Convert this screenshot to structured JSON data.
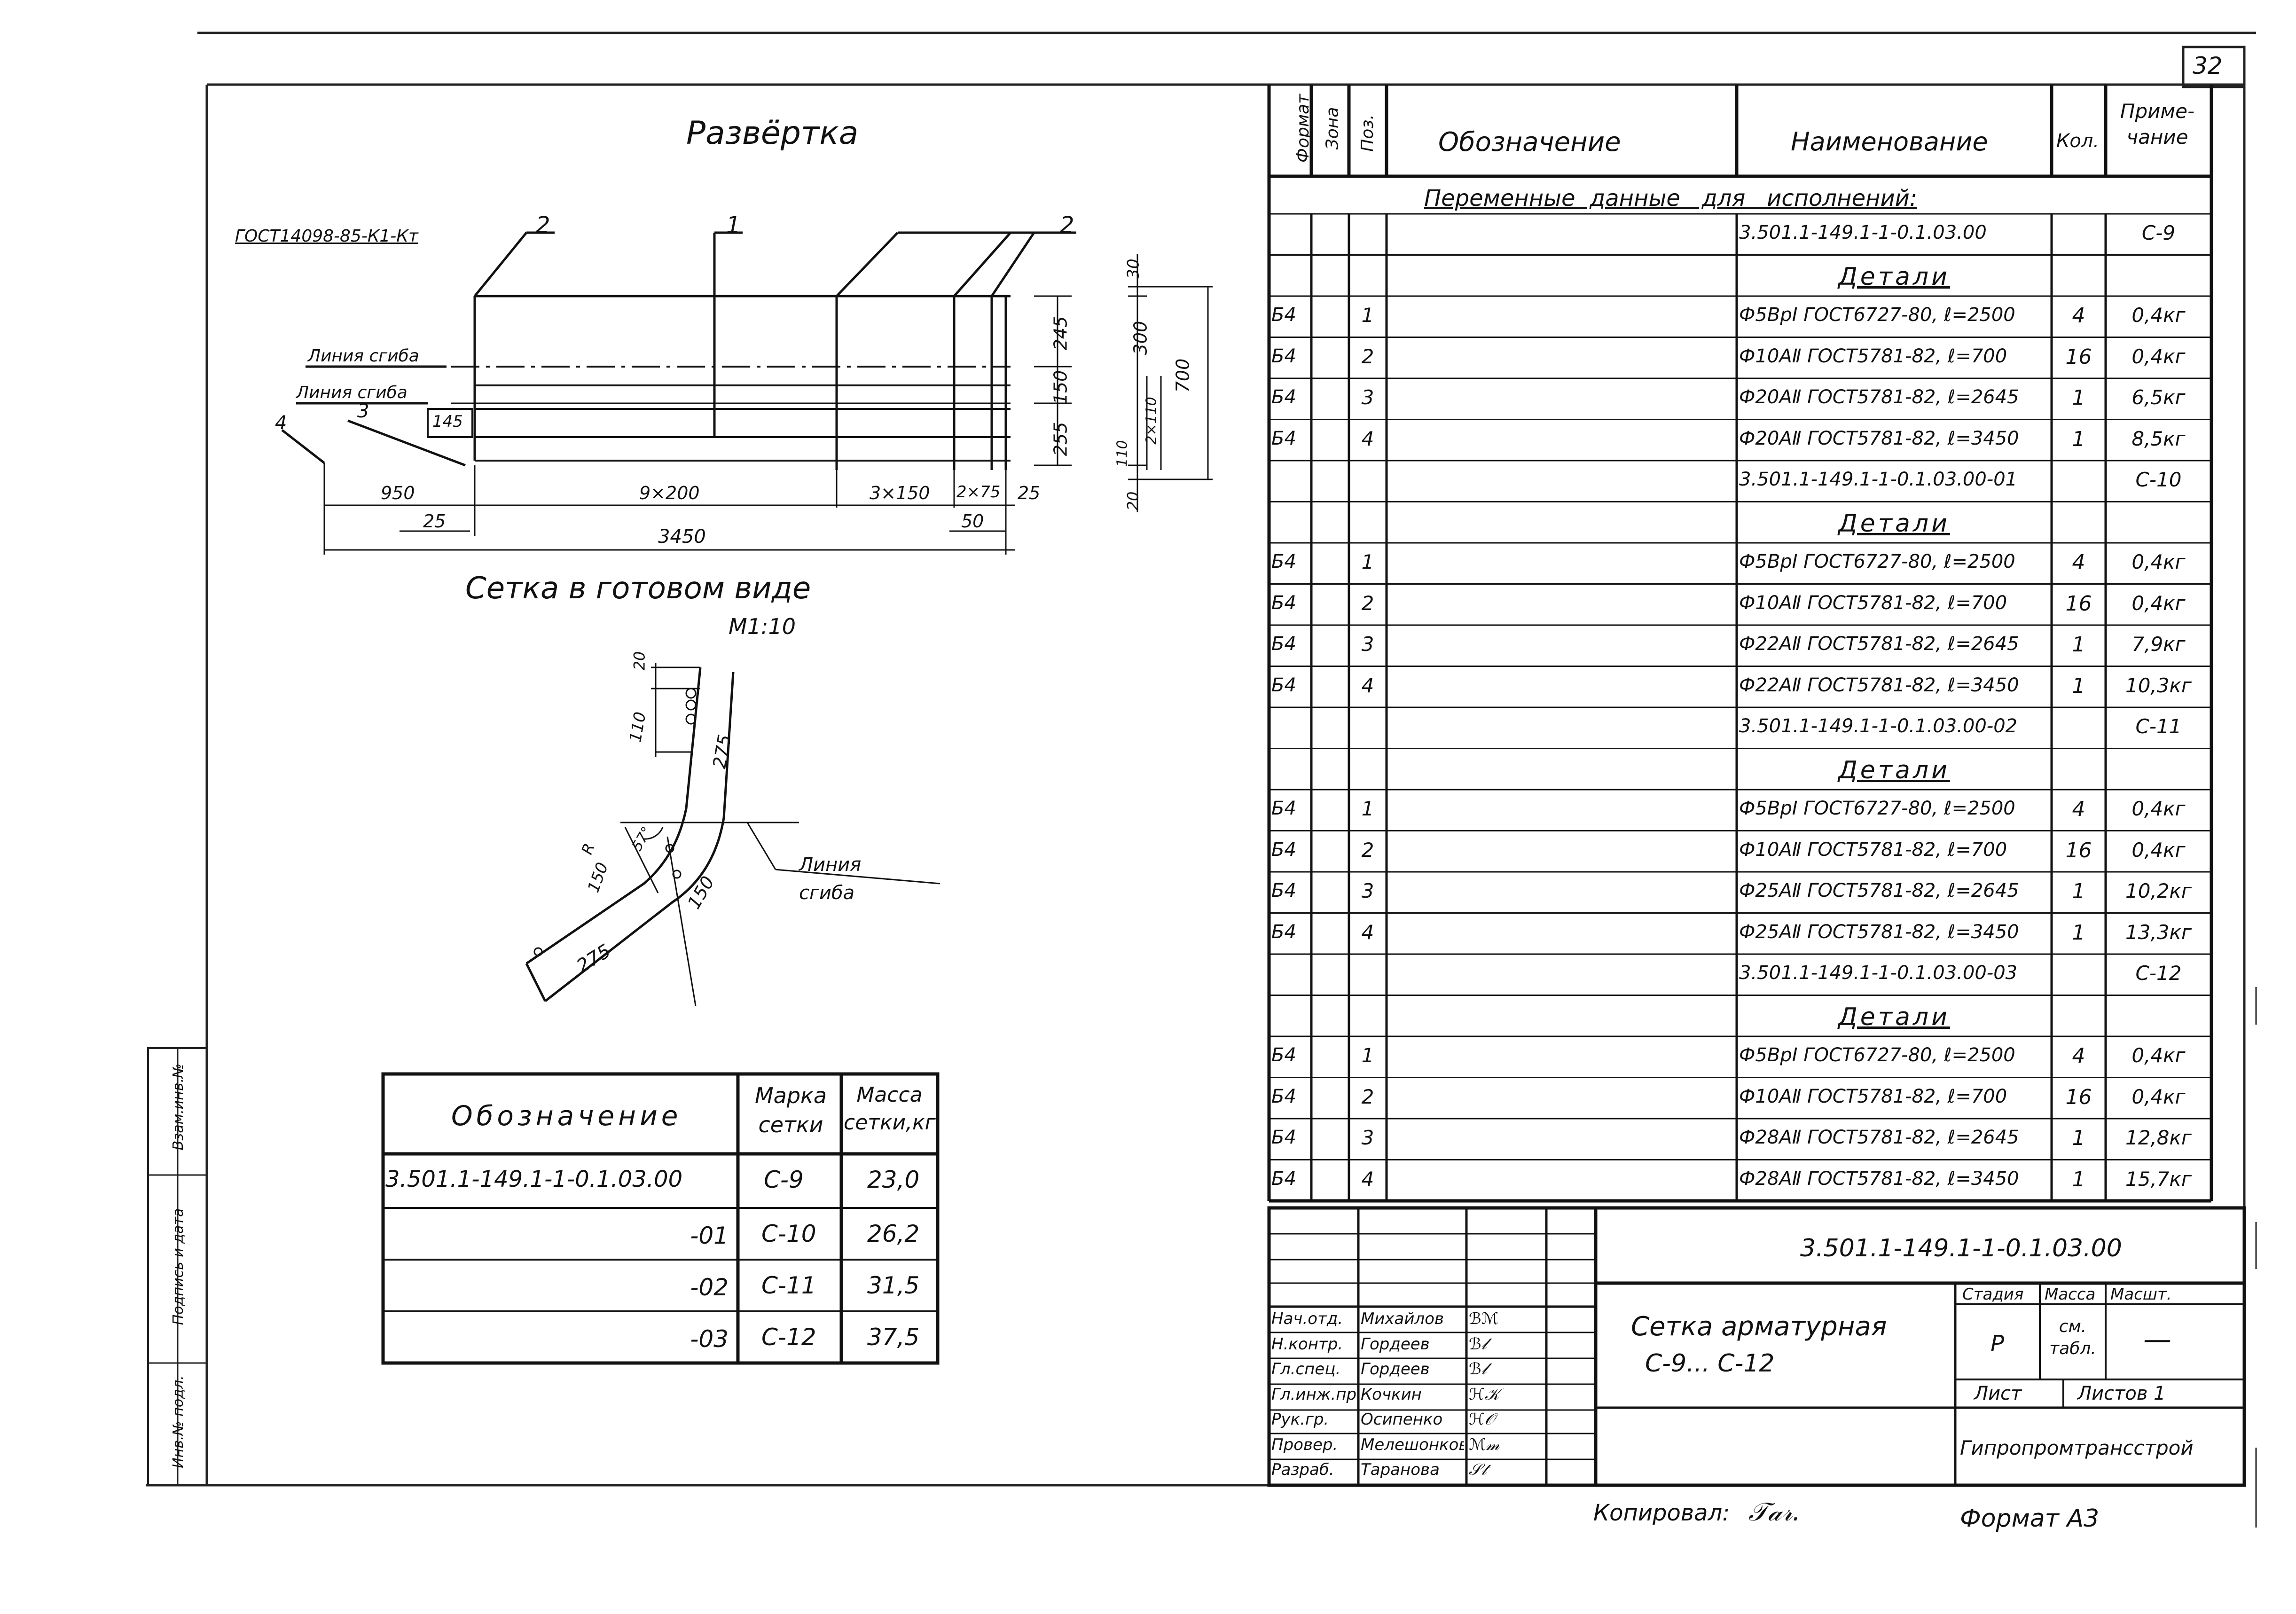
{
  "sheet_number": "32",
  "left_drawing": {
    "title_unfold": "Развёртка",
    "gost_label": "ГОСТ14098-85-К1-Кт",
    "callouts": [
      "2",
      "1",
      "2",
      "3",
      "4"
    ],
    "bend_line_1": "Линия сгиба",
    "bend_line_2": "Линия сгиба",
    "dims_bottom": [
      "950",
      "9×200",
      "3×150",
      "2×75",
      "25",
      "25",
      "3450",
      "50"
    ],
    "dim_145": "145",
    "dims_right": [
      "245",
      "150",
      "255",
      "30",
      "300",
      "110",
      "20",
      "700"
    ],
    "dim_2x110": "2×110",
    "title_finished": "Сетка  в  готовом  виде",
    "scale": "М1:10",
    "section_dims": [
      "20",
      "110",
      "275",
      "57°",
      "R",
      "150",
      "150",
      "275"
    ],
    "bend_line_3a": "Линия",
    "bend_line_3b": "сгиба"
  },
  "mesh_table": {
    "headers": [
      "Обозначение",
      "Марка сетки",
      "Масса сетки,кг"
    ],
    "rows": [
      {
        "designation": "3.501.1-149.1-1-0.1.03.00",
        "mark": "С-9",
        "mass": "23,0"
      },
      {
        "designation": "-01",
        "mark": "С-10",
        "mass": "26,2"
      },
      {
        "designation": "-02",
        "mark": "С-11",
        "mass": "31,5"
      },
      {
        "designation": "-03",
        "mark": "С-12",
        "mass": "37,5"
      }
    ]
  },
  "side_stamp": [
    "Инв.№ подл.",
    "Подпись и дата",
    "Взам.инв.№"
  ],
  "spec": {
    "headers": {
      "format": "Формат",
      "zone": "Зона",
      "pos": "Поз.",
      "designation": "Обозначение",
      "name": "Наименование",
      "qty": "Кол.",
      "note": "Приме- чание"
    },
    "subtitle": "Переменные  данные   для   исполнений:",
    "rows": [
      {
        "fmt": "",
        "pos": "",
        "name": "3.501.1-149.1-1-0.1.03.00",
        "qty": "",
        "note": "С-9"
      },
      {
        "fmt": "",
        "pos": "",
        "name": "Детали",
        "qty": "",
        "note": "",
        "heading": true
      },
      {
        "fmt": "Б4",
        "pos": "1",
        "name": "Ф5ВрI ГОСТ6727-80, ℓ=2500",
        "qty": "4",
        "note": "0,4кг"
      },
      {
        "fmt": "Б4",
        "pos": "2",
        "name": "Ф10АⅡ ГОСТ5781-82, ℓ=700",
        "qty": "16",
        "note": "0,4кг"
      },
      {
        "fmt": "Б4",
        "pos": "3",
        "name": "Ф20АⅡ ГОСТ5781-82, ℓ=2645",
        "qty": "1",
        "note": "6,5кг"
      },
      {
        "fmt": "Б4",
        "pos": "4",
        "name": "Ф20АⅡ ГОСТ5781-82, ℓ=3450",
        "qty": "1",
        "note": "8,5кг"
      },
      {
        "fmt": "",
        "pos": "",
        "name": "3.501.1-149.1-1-0.1.03.00-01",
        "qty": "",
        "note": "С-10"
      },
      {
        "fmt": "",
        "pos": "",
        "name": "Детали",
        "qty": "",
        "note": "",
        "heading": true
      },
      {
        "fmt": "Б4",
        "pos": "1",
        "name": "Ф5ВрI ГОСТ6727-80, ℓ=2500",
        "qty": "4",
        "note": "0,4кг"
      },
      {
        "fmt": "Б4",
        "pos": "2",
        "name": "Ф10АⅡ ГОСТ5781-82, ℓ=700",
        "qty": "16",
        "note": "0,4кг"
      },
      {
        "fmt": "Б4",
        "pos": "3",
        "name": "Ф22АⅡ ГОСТ5781-82, ℓ=2645",
        "qty": "1",
        "note": "7,9кг"
      },
      {
        "fmt": "Б4",
        "pos": "4",
        "name": "Ф22АⅡ ГОСТ5781-82, ℓ=3450",
        "qty": "1",
        "note": "10,3кг"
      },
      {
        "fmt": "",
        "pos": "",
        "name": "3.501.1-149.1-1-0.1.03.00-02",
        "qty": "",
        "note": "С-11"
      },
      {
        "fmt": "",
        "pos": "",
        "name": "Детали",
        "qty": "",
        "note": "",
        "heading": true
      },
      {
        "fmt": "Б4",
        "pos": "1",
        "name": "Ф5ВрI ГОСТ6727-80, ℓ=2500",
        "qty": "4",
        "note": "0,4кг"
      },
      {
        "fmt": "Б4",
        "pos": "2",
        "name": "Ф10АⅡ ГОСТ5781-82, ℓ=700",
        "qty": "16",
        "note": "0,4кг"
      },
      {
        "fmt": "Б4",
        "pos": "3",
        "name": "Ф25АⅡ ГОСТ5781-82, ℓ=2645",
        "qty": "1",
        "note": "10,2кг"
      },
      {
        "fmt": "Б4",
        "pos": "4",
        "name": "Ф25АⅡ ГОСТ5781-82, ℓ=3450",
        "qty": "1",
        "note": "13,3кг"
      },
      {
        "fmt": "",
        "pos": "",
        "name": "3.501.1-149.1-1-0.1.03.00-03",
        "qty": "",
        "note": "С-12"
      },
      {
        "fmt": "",
        "pos": "",
        "name": "Детали",
        "qty": "",
        "note": "",
        "heading": true
      },
      {
        "fmt": "Б4",
        "pos": "1",
        "name": "Ф5ВрI ГОСТ6727-80, ℓ=2500",
        "qty": "4",
        "note": "0,4кг"
      },
      {
        "fmt": "Б4",
        "pos": "2",
        "name": "Ф10АⅡ ГОСТ5781-82, ℓ=700",
        "qty": "16",
        "note": "0,4кг"
      },
      {
        "fmt": "Б4",
        "pos": "3",
        "name": "Ф28АⅡ ГОСТ5781-82, ℓ=2645",
        "qty": "1",
        "note": "12,8кг"
      },
      {
        "fmt": "Б4",
        "pos": "4",
        "name": "Ф28АⅡ ГОСТ5781-82, ℓ=3450",
        "qty": "1",
        "note": "15,7кг"
      }
    ]
  },
  "title_block": {
    "doc_code": "3.501.1-149.1-1-0.1.03.00",
    "title_line1": "Сетка арматурная",
    "title_line2": "С-9... С-12",
    "stage_label": "Стадия",
    "mass_label": "Масса",
    "scale_label": "Масшт.",
    "stage": "Р",
    "mass": "см. табл.",
    "scale": "—",
    "sheet_label": "Лист",
    "sheets_label": "Листов 1",
    "organization": "Гипропромтрансстрой",
    "staff": [
      {
        "role": "Нач.отд.",
        "name": "Михайлов",
        "sign": "ℬℳ"
      },
      {
        "role": "Н.контр.",
        "name": "Гордеев",
        "sign": "ℬ𝓁"
      },
      {
        "role": "Гл.спец.",
        "name": "Гордеев",
        "sign": "ℬ𝓁"
      },
      {
        "role": "Гл.инж.пр.",
        "name": "Кочкин",
        "sign": "ℋ𝒦"
      },
      {
        "role": "Рук.гр.",
        "name": "Осипенко",
        "sign": "ℋ𝒪"
      },
      {
        "role": "Провер.",
        "name": "Мелешонков",
        "sign": "ℳ𝓂"
      },
      {
        "role": "Разраб.",
        "name": "Таранова",
        "sign": "𝒮𝓉"
      }
    ]
  },
  "footer": {
    "copied_label": "Копировал:",
    "copied_sign": "𝒯𝒶𝓇.",
    "format": "Формат А3"
  }
}
